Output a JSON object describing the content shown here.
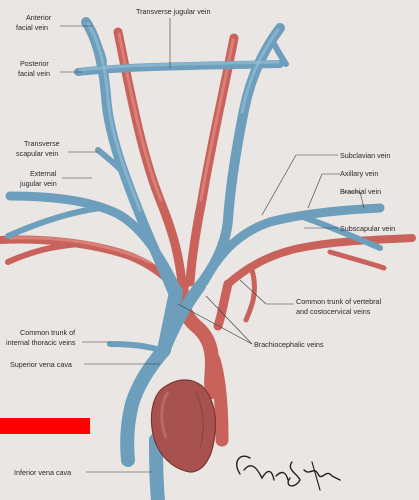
{
  "labels": {
    "anterior_facial": [
      "Anterior",
      "facial vein"
    ],
    "transverse_jugular": "Transverse jugular vein",
    "posterior_facial": [
      "Posterior",
      "facial vein"
    ],
    "transverse_scapular": [
      "Transverse",
      "scapular vein"
    ],
    "external_jugular": [
      "External",
      "jugular vein"
    ],
    "subclavian": "Subclavian vein",
    "axillary": "Axillary vein",
    "brachial": "Brachial vein",
    "subscapular": "Subscapular vein",
    "common_trunk_vertebral": [
      "Common trunk of vertebral",
      "and costocervical veins"
    ],
    "common_trunk_internal_thoracic": [
      "Common trunk of",
      "internal thoracic veins"
    ],
    "brachiocephalic": "Brachiocephalic veins",
    "superior_vena_cava": "Superior vena cava",
    "inferior_vena_cava": "Inferior vena cava"
  },
  "signature": "Christie Smith",
  "colors": {
    "background": "#e9e6e4",
    "vein": "#6d9fbd",
    "artery": "#c9625b",
    "heart": "#a8524f",
    "redaction_bar": "#ff0000"
  }
}
